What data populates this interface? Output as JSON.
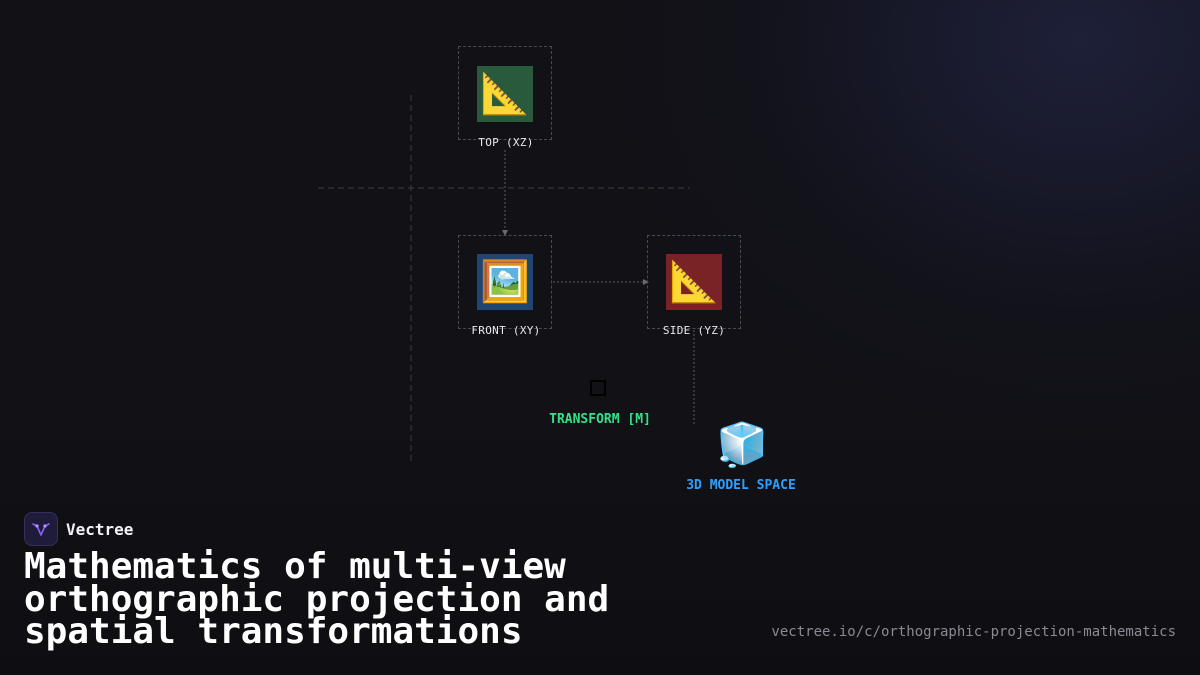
{
  "brand": {
    "name": "Vectree",
    "accent": "#8b5cf6"
  },
  "headline": "Mathematics of multi-view orthographic projection and spatial transformations",
  "url": "vectree.io/c/orthographic-projection-mathematics",
  "views": {
    "top": {
      "label": "TOP (XZ)",
      "icon": "triangular-ruler-icon",
      "glyph": "📐",
      "color": "#2a5a3c"
    },
    "front": {
      "label": "FRONT (XY)",
      "icon": "framed-picture-icon",
      "glyph": "🖼️",
      "color": "#1f4670"
    },
    "side": {
      "label": "SIDE (YZ)",
      "icon": "triangular-ruler-icon",
      "glyph": "📐",
      "color": "#7a2326"
    }
  },
  "transform": {
    "label": "TRANSFORM [M]",
    "color": "#34e08a"
  },
  "model_space": {
    "label": "3D MODEL SPACE",
    "icon": "cube-icon",
    "glyph": "🧊",
    "color": "#2ea0ff"
  }
}
